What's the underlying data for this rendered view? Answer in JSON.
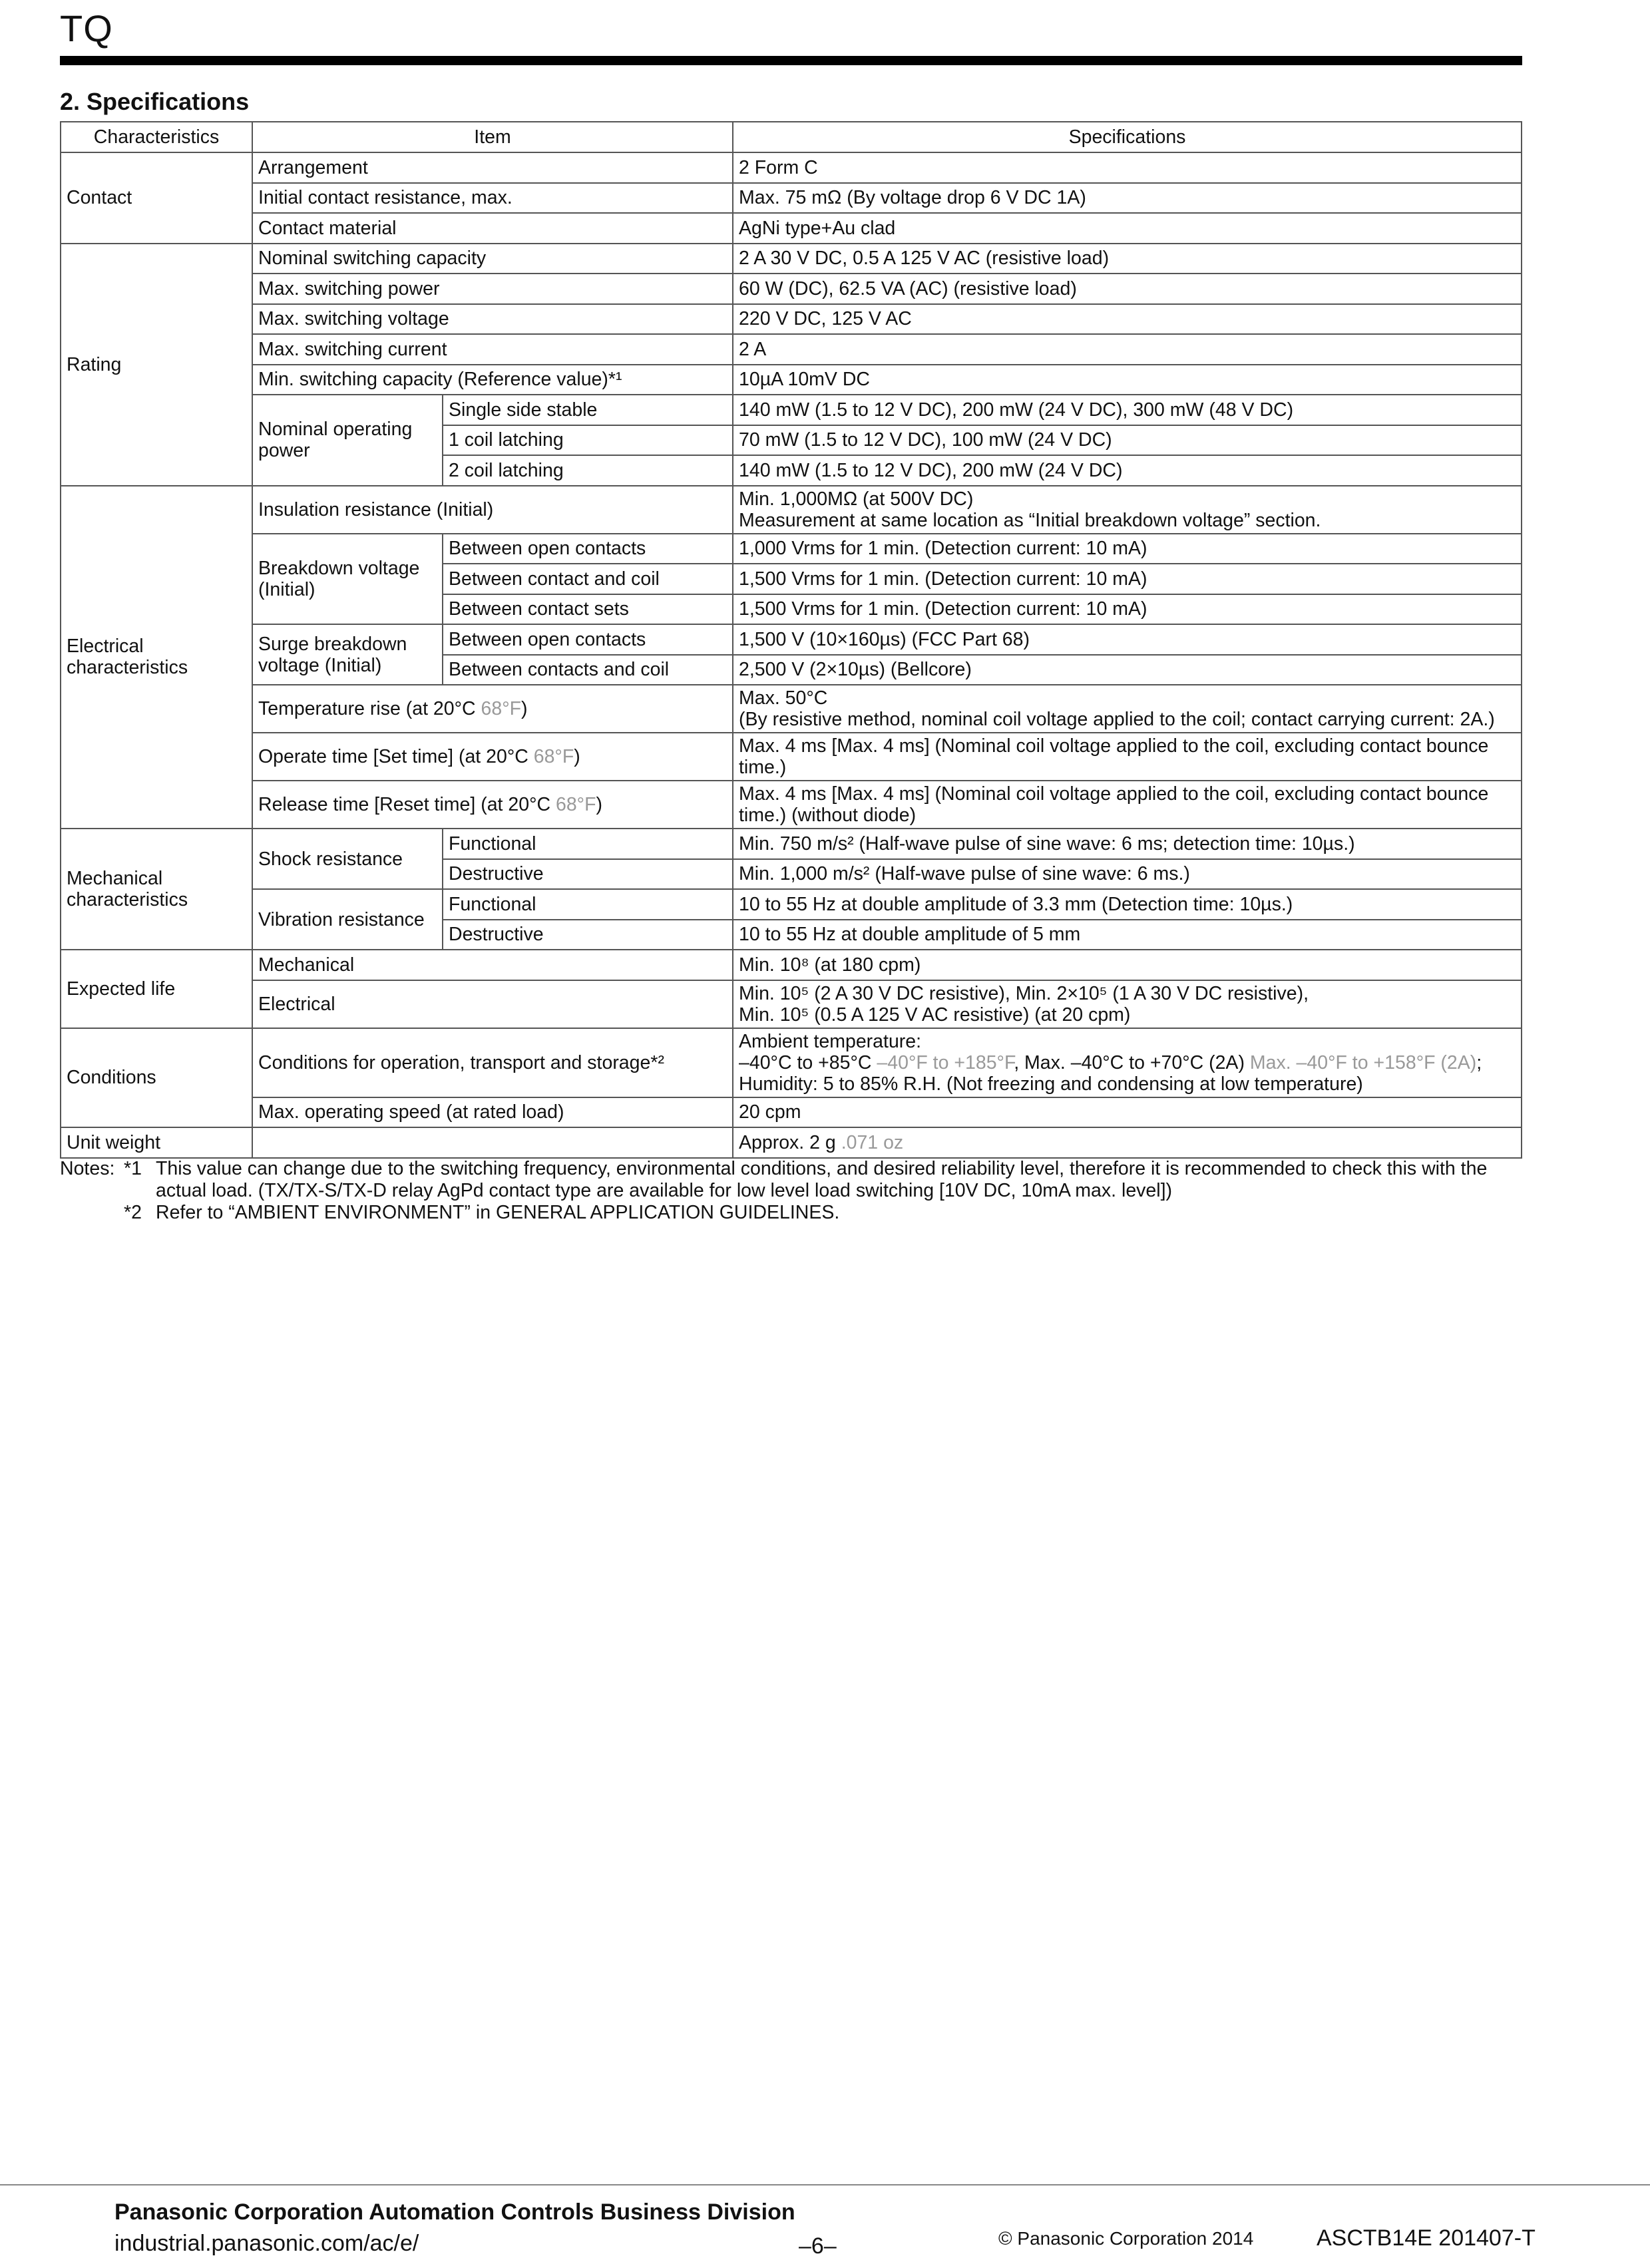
{
  "header": {
    "title": "TQ"
  },
  "section": {
    "title": "2. Specifications"
  },
  "table": {
    "headers": [
      "Characteristics",
      "Item",
      "Specifications"
    ],
    "contact": {
      "label": "Contact",
      "arrangement": [
        "Arrangement",
        "2 Form C"
      ],
      "resistance": [
        "Initial contact resistance, max.",
        "Max. 75 mΩ (By voltage drop 6 V DC 1A)"
      ],
      "material": [
        "Contact material",
        "AgNi type+Au clad"
      ]
    },
    "rating": {
      "label": "Rating",
      "nominal_capacity": [
        "Nominal switching capacity",
        "2 A 30 V DC, 0.5 A 125 V AC (resistive load)"
      ],
      "max_power": [
        "Max. switching power",
        "60 W (DC), 62.5 VA (AC) (resistive load)"
      ],
      "max_voltage": [
        "Max. switching voltage",
        "220 V DC, 125 V AC"
      ],
      "max_current": [
        "Max. switching current",
        "2 A"
      ],
      "min_capacity": [
        "Min. switching capacity (Reference value)*¹",
        "10µA 10mV DC"
      ],
      "nominal_power": {
        "label": "Nominal operating power",
        "single_side": [
          "Single side stable",
          "140 mW (1.5 to 12 V DC), 200 mW (24 V DC), 300 mW (48 V DC)"
        ],
        "one_coil": [
          "1 coil latching",
          "70 mW (1.5 to 12 V DC), 100 mW (24 V DC)"
        ],
        "two_coil": [
          "2 coil latching",
          "140 mW (1.5 to 12 V DC), 200 mW (24 V DC)"
        ]
      }
    },
    "electrical": {
      "label": "Electrical characteristics",
      "insulation": {
        "item": "Insulation resistance (Initial)",
        "line1": "Min. 1,000MΩ (at 500V DC)",
        "line2": "Measurement at same location as “Initial breakdown voltage” section."
      },
      "breakdown": {
        "label": "Breakdown voltage (Initial)",
        "open": [
          "Between open contacts",
          "1,000 Vrms for 1 min. (Detection current: 10 mA)"
        ],
        "contact_coil": [
          "Between contact and coil",
          "1,500 Vrms for 1 min. (Detection current: 10 mA)"
        ],
        "sets": [
          "Between contact sets",
          "1,500 Vrms for 1 min. (Detection current: 10 mA)"
        ]
      },
      "surge": {
        "label": "Surge breakdown voltage (Initial)",
        "open": [
          "Between open contacts",
          "1,500 V (10×160µs) (FCC Part 68)"
        ],
        "contacts_coil": [
          "Between contacts and coil",
          "2,500 V (2×10µs) (Bellcore)"
        ]
      },
      "temp_rise": {
        "item_main": "Temperature rise (at 20°C ",
        "item_gray": "68°F",
        "item_end": ")",
        "line1": "Max. 50°C",
        "line2": "(By resistive method, nominal coil voltage applied to the coil; contact carrying current: 2A.)"
      },
      "operate_time": {
        "item_main": "Operate time [Set time] (at 20°C ",
        "item_gray": "68°F",
        "item_end": ")",
        "spec": "Max. 4 ms [Max. 4 ms] (Nominal coil voltage applied to the coil, excluding contact bounce time.)"
      },
      "release_time": {
        "item_main": "Release time [Reset time] (at 20°C ",
        "item_gray": "68°F",
        "item_end": ")",
        "spec": "Max. 4 ms [Max. 4 ms] (Nominal coil voltage applied to the coil, excluding contact bounce time.) (without diode)"
      }
    },
    "mechanical": {
      "label": "Mechanical characteristics",
      "shock": {
        "label": "Shock resistance",
        "functional": [
          "Functional",
          "Min. 750 m/s² (Half-wave pulse of sine wave: 6 ms; detection time: 10µs.)"
        ],
        "destructive": [
          "Destructive",
          "Min. 1,000 m/s² (Half-wave pulse of sine wave: 6 ms.)"
        ]
      },
      "vibration": {
        "label": "Vibration resistance",
        "functional": [
          "Functional",
          "10 to 55 Hz at double amplitude of 3.3 mm (Detection time: 10µs.)"
        ],
        "destructive": [
          "Destructive",
          "10 to 55 Hz at double amplitude of 5 mm"
        ]
      }
    },
    "life": {
      "label": "Expected life",
      "mechanical": [
        "Mechanical",
        "Min. 10⁸ (at 180 cpm)"
      ],
      "electrical": {
        "item": "Electrical",
        "line1": "Min. 10⁵ (2 A 30 V DC resistive), Min. 2×10⁵ (1 A 30 V DC resistive),",
        "line2": "Min. 10⁵ (0.5 A 125 V AC resistive) (at 20 cpm)"
      }
    },
    "conditions": {
      "label": "Conditions",
      "storage": {
        "item": "Conditions for operation, transport and storage*²",
        "line1": "Ambient temperature:",
        "line2_a": "–40°C to +85°C ",
        "line2_b": "–40°F to +185°F",
        "line2_c": ", Max. –40°C to +70°C (2A) ",
        "line2_d": "Max. –40°F to +158°F (2A)",
        "line2_e": ";",
        "line3": "Humidity: 5 to 85% R.H. (Not freezing and condensing at low temperature)"
      },
      "speed": [
        "Max. operating speed (at rated load)",
        "20 cpm"
      ]
    },
    "weight": {
      "label": "Unit weight",
      "spec_main": "Approx. 2 g ",
      "spec_gray": ".071 oz"
    }
  },
  "notes": {
    "lead": "Notes:",
    "n1_mark": "*1",
    "n1_text": "This value can change due to the switching frequency, environmental conditions, and desired reliability level, therefore it is recommended to check this with the actual load. (TX/TX-S/TX-D relay AgPd contact type are available for low level load switching [10V DC, 10mA max. level])",
    "n2_mark": "*2",
    "n2_text": "Refer to “AMBIENT ENVIRONMENT” in GENERAL APPLICATION GUIDELINES."
  },
  "footer": {
    "company": "Panasonic Corporation Automation Controls Business Division",
    "url": "industrial.panasonic.com/ac/e/",
    "page": "–6–",
    "copyright": "© Panasonic Corporation 2014",
    "code": "ASCTB14E  201407-T"
  }
}
